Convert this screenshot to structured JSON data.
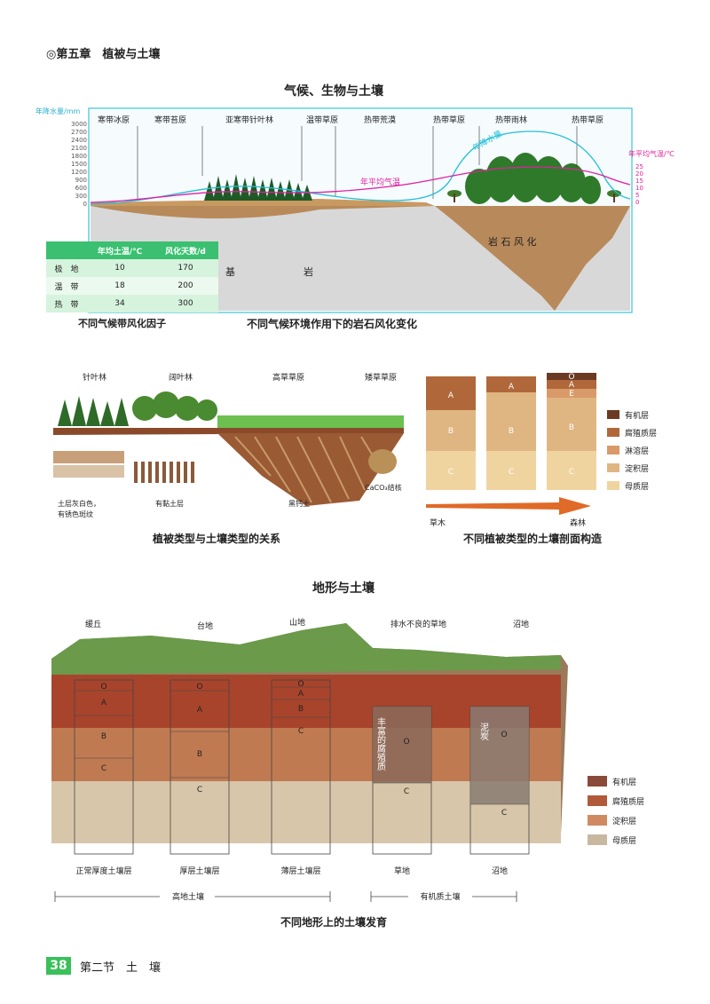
{
  "chapter": "◎第五章　植被与土壤",
  "fig1": {
    "title": "气候、生物与土壤",
    "left_axis_label": "年降水量/mm",
    "left_ticks": [
      "3000",
      "2700",
      "2400",
      "2100",
      "1800",
      "1500",
      "1200",
      "900",
      "600",
      "300",
      "0"
    ],
    "right_axis_label": "年平均气温/℃",
    "right_ticks": [
      "25",
      "20",
      "15",
      "10",
      "5",
      "0"
    ],
    "zones": [
      "寒带冰原",
      "寒带苔原",
      "亚寒带针叶林",
      "温带草原",
      "热带荒漠",
      "热带草原",
      "热带雨林",
      "热带草原"
    ],
    "precip_label": "年降水量",
    "temp_label": "年平均气温",
    "weathering_label": "岩 石 风 化",
    "bedrock_label_1": "基",
    "bedrock_label_2": "岩",
    "table_headers": [
      "",
      "年均土温/℃",
      "风化天数/d"
    ],
    "table_rows": [
      [
        "极　地",
        "10",
        "170"
      ],
      [
        "温　带",
        "18",
        "200"
      ],
      [
        "热　带",
        "34",
        "300"
      ]
    ],
    "table_caption": "不同气候带风化因子",
    "caption": "不同气候环境作用下的岩石风化变化"
  },
  "fig2": {
    "vegetation": [
      "针叶林",
      "阔叶林",
      "高草草原",
      "矮草草原"
    ],
    "soil_notes": [
      "土层灰白色，",
      "有锈色斑纹",
      "有黏土层",
      "黑钙土",
      "CaCO₃结核"
    ],
    "caption": "植被类型与土壤类型的关系"
  },
  "fig3": {
    "layer_labels": [
      "O",
      "A",
      "E",
      "B",
      "C"
    ],
    "legend": [
      "有机层",
      "腐殖质层",
      "淋溶层",
      "淀积层",
      "母质层"
    ],
    "arrow_start": "草木",
    "arrow_end": "森林",
    "caption": "不同植被类型的土壤剖面构造"
  },
  "fig4": {
    "title": "地形与土壤",
    "terrain": [
      "缓丘",
      "台地",
      "山地",
      "排水不良的草地",
      "沼地"
    ],
    "col_labels": [
      "正常厚度土壤层",
      "厚层土壤层",
      "薄层土壤层",
      "草地",
      "沼地"
    ],
    "rich_humus": "丰富的腐殖质",
    "peat": "泥炭",
    "upland": "高地土壤",
    "organic": "有机质土壤",
    "legend": [
      "有机层",
      "腐殖质层",
      "淀积层",
      "母质层"
    ],
    "caption": "不同地形上的土壤发育"
  },
  "footer": {
    "page": "38",
    "section": "第二节　土　壤"
  }
}
